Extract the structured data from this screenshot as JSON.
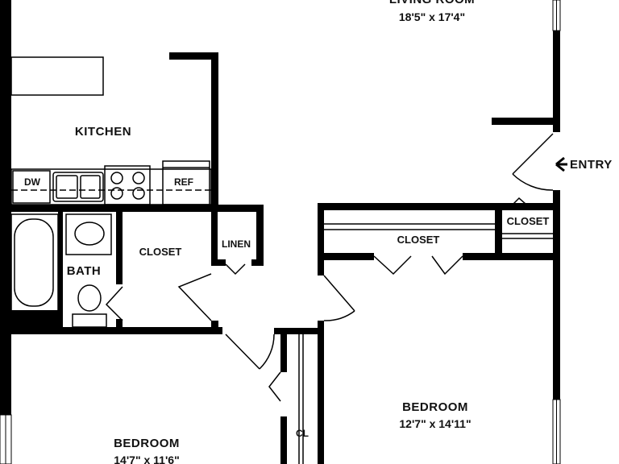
{
  "rooms": {
    "living_room": {
      "name": "LIVING ROOM",
      "dims": "18'5\" x 17'4\""
    },
    "kitchen": {
      "name": "KITCHEN"
    },
    "bath": {
      "name": "BATH"
    },
    "bedroom_left": {
      "name": "BEDROOM",
      "dims": "14'7\" x 11'6\""
    },
    "bedroom_right": {
      "name": "BEDROOM",
      "dims": "12'7\" x 14'11\""
    }
  },
  "closets": {
    "bath_closet": "CLOSET",
    "linen": "LINEN",
    "bedroom_closet": "CLOSET",
    "entry_closet": "CLOSET",
    "cl": "CL"
  },
  "appliances": {
    "dishwasher": "DW",
    "refrigerator": "REF"
  },
  "entry": {
    "label": "ENTRY",
    "arrow_icon": "left-arrow-icon"
  },
  "colors": {
    "wall": "#000000",
    "line": "#000000",
    "background": "#ffffff"
  }
}
